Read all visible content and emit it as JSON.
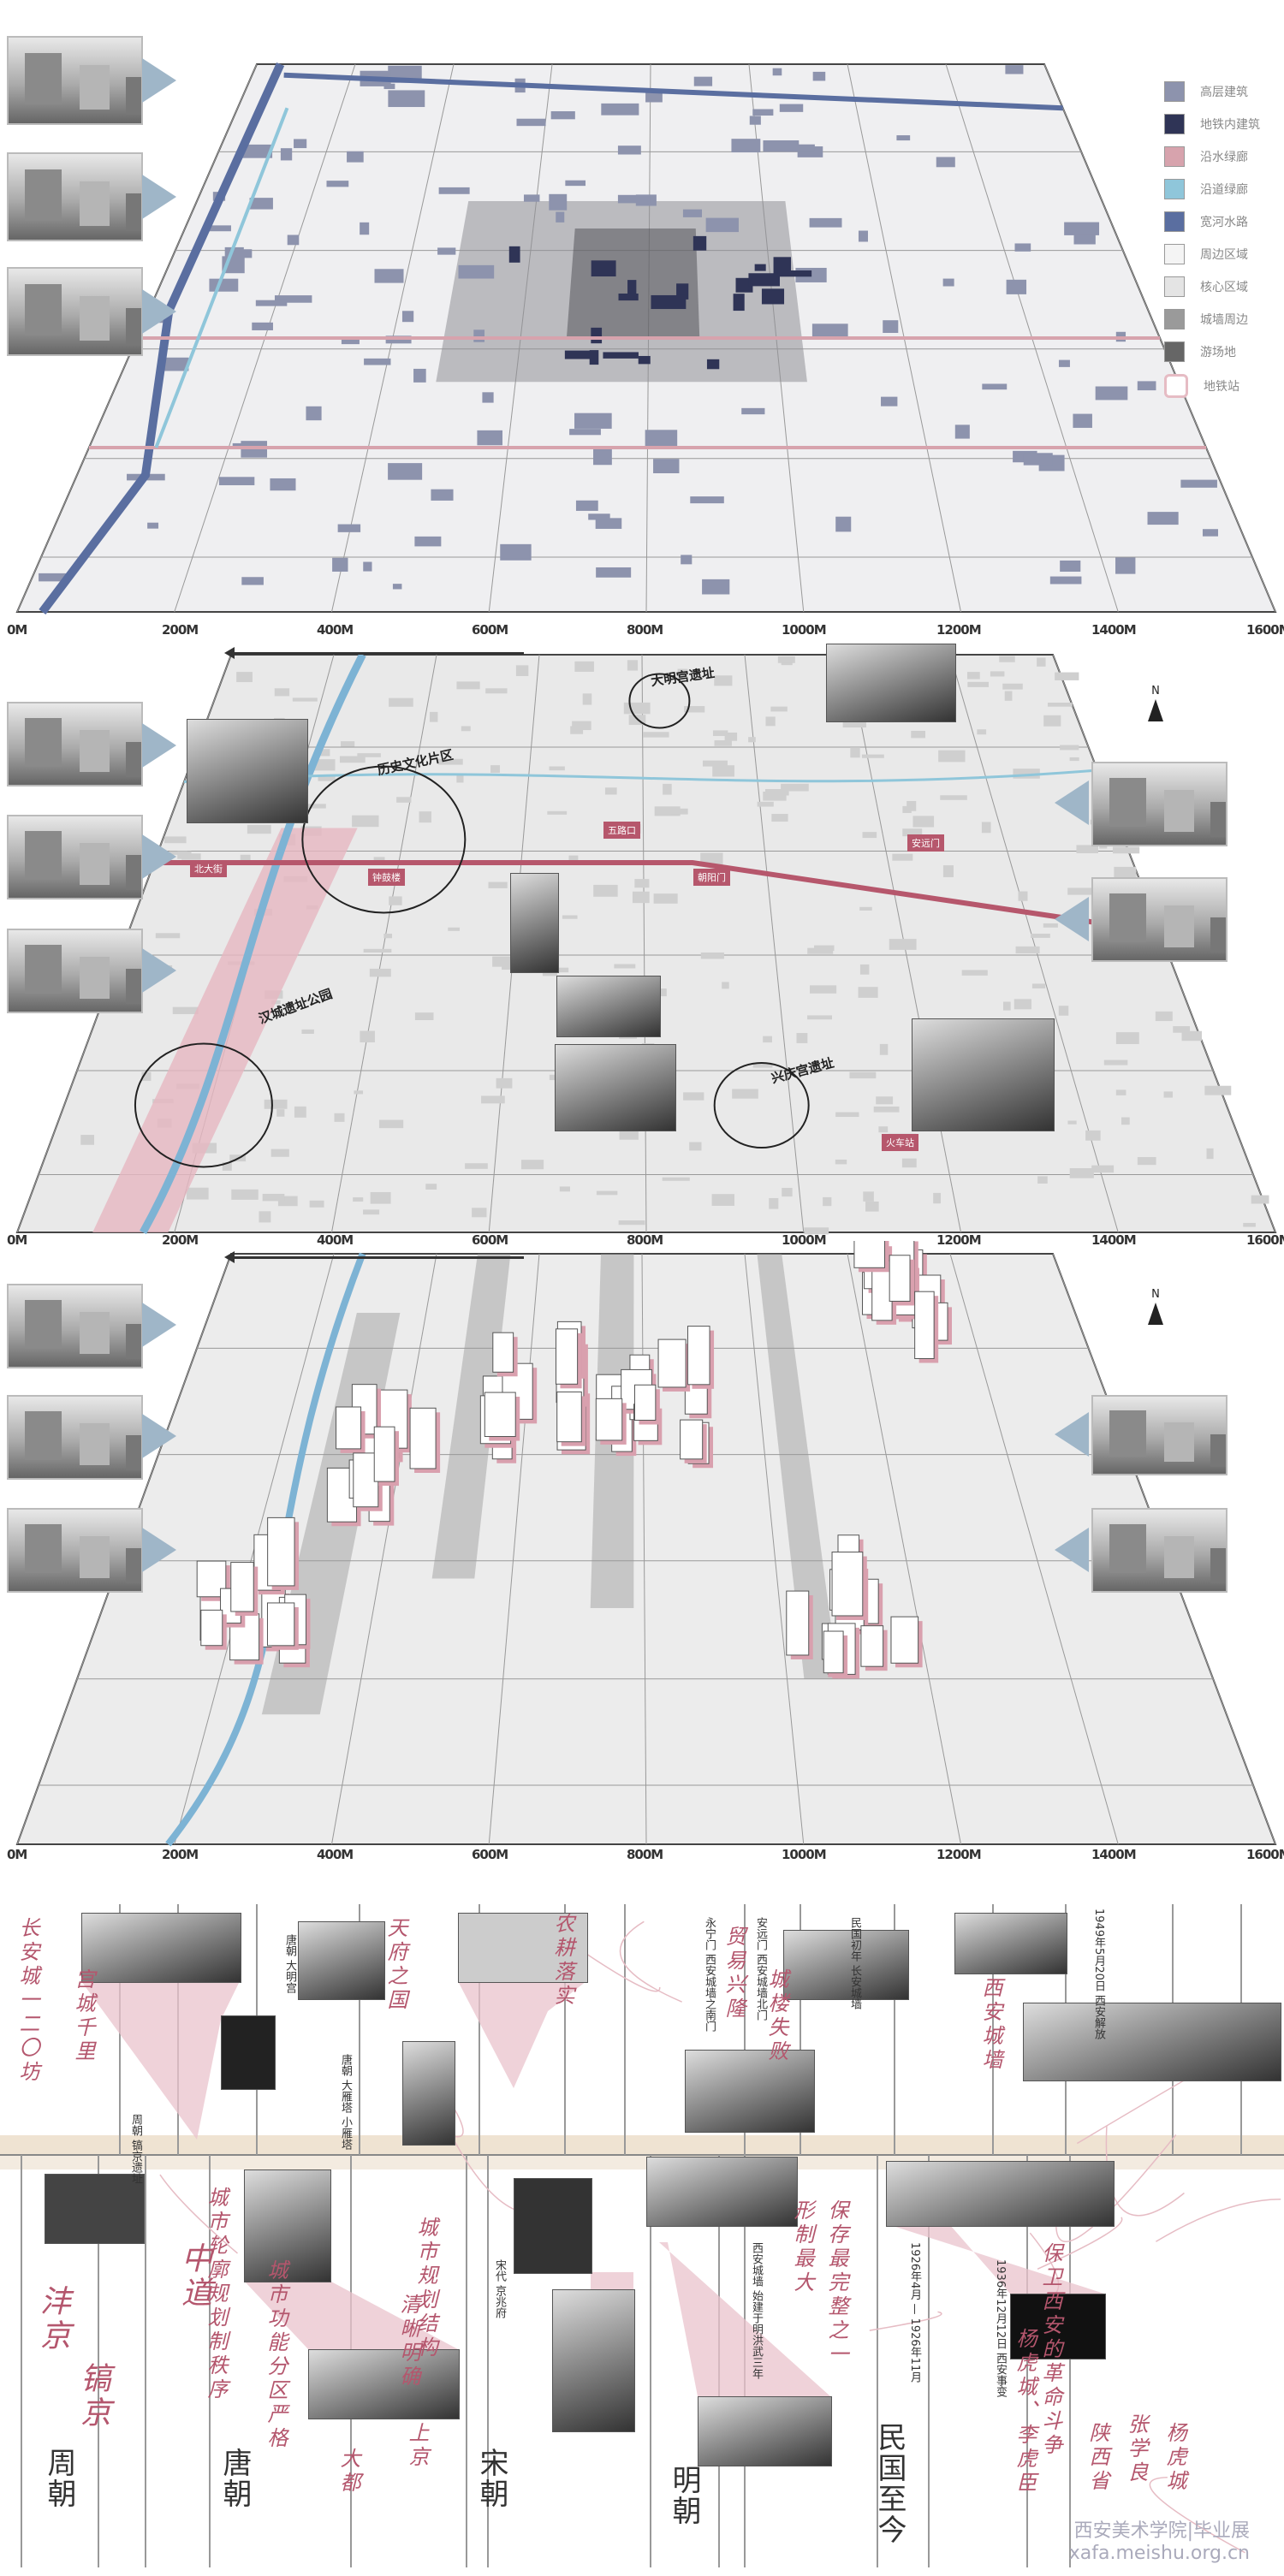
{
  "legend": {
    "items": [
      {
        "label": "高层建筑",
        "color": "#8d93ad"
      },
      {
        "label": "地铁内建筑",
        "color": "#2f3456"
      },
      {
        "label": "沿水绿廊",
        "color": "#d7a3ad"
      },
      {
        "label": "沿道绿廊",
        "color": "#8fc6da"
      },
      {
        "label": "宽河水路",
        "color": "#5a6ea0"
      },
      {
        "label": "周边区域",
        "color": "#f4f4f4"
      },
      {
        "label": "核心区域",
        "color": "#e4e4e4"
      },
      {
        "label": "城墙周边",
        "color": "#9a9a9a"
      },
      {
        "label": "游场地",
        "color": "#666666"
      },
      {
        "label": "地铁站",
        "color": "#e6bcc4",
        "icon": "metro-icon"
      }
    ]
  },
  "scale_labels": [
    "0M",
    "200M",
    "400M",
    "600M",
    "800M",
    "1000M",
    "1200M",
    "1400M",
    "1600M"
  ],
  "north_label": "N",
  "map2": {
    "circles": [
      "历史文化片区",
      "汉城遗址公园",
      "大明宫遗址",
      "兴庆宫遗址"
    ],
    "tags": [
      "北大街",
      "钟鼓楼",
      "五路口",
      "朝阳门",
      "安远门",
      "火车站"
    ]
  },
  "timeline": {
    "dynasties": [
      "周朝",
      "唐朝",
      "宋朝",
      "明朝",
      "民国至今"
    ],
    "calligraphy": [
      "长安城一二〇坊",
      "宫城千里",
      "中道",
      "沣京",
      "镐京",
      "城市轮廓规划制秩序",
      "城市功能分区严格",
      "大都",
      "天府之国",
      "城市规划结构",
      "清晰明确",
      "上京",
      "农耕落实",
      "贸易兴隆",
      "城楼失败",
      "形制最大",
      "保存最完整之一",
      "西安城墙",
      "杨虎城、李虎臣",
      "保卫西安的革命斗争",
      "陕西省",
      "张学良",
      "杨虎城"
    ],
    "notes": [
      "周朝 镐京遗址",
      "唐朝 大明宫",
      "唐朝 大雁塔 小雁塔",
      "宋代 京兆府",
      "安远门 西安城墙北门",
      "永宁门 西安城墙之南门",
      "西安城墙 始建于明洪武三年",
      "民国初年 长安城墙",
      "1926年4月 — 1926年11月",
      "1936年12月12日 西安事变",
      "1949年5月20日 西安解放"
    ]
  },
  "watermark": {
    "line1": "西安美术学院|毕业展",
    "line2": "xafa.meishu.org.cn"
  }
}
